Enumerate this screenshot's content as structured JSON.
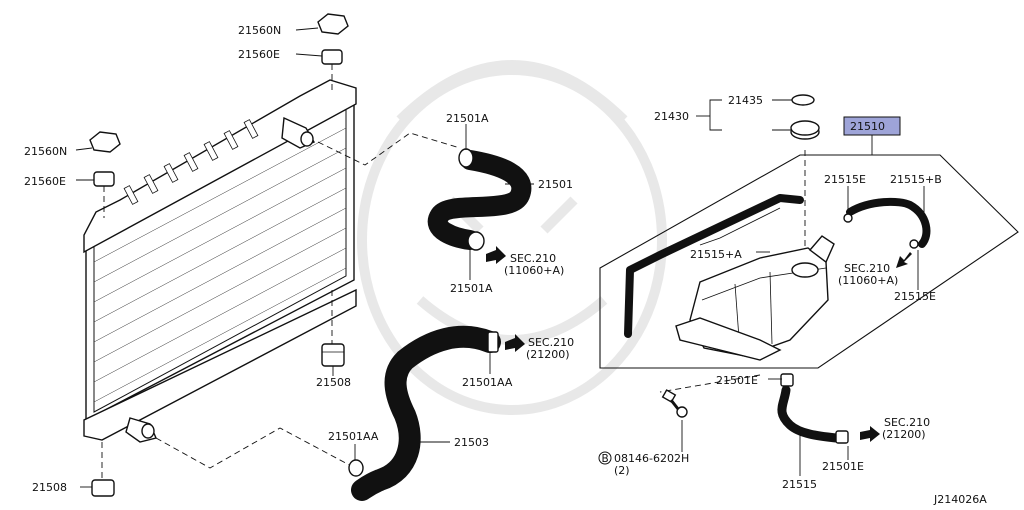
{
  "diagram": {
    "accent_color": "#9ea4d8",
    "part_labels": {
      "p21560N_top": "21560N",
      "p21560E_top": "21560E",
      "p21560N_left": "21560N",
      "p21560E_left": "21560E",
      "p21508_mid": "21508",
      "p21508_bottom": "21508",
      "p21501A_top": "21501A",
      "p21501": "21501",
      "p21501A_bot": "21501A",
      "p21501AA_mid": "21501AA",
      "p21501AA_low": "21501AA",
      "p21503": "21503",
      "p21435": "21435",
      "p21430": "21430",
      "p21510": "21510",
      "p21515E_top": "21515E",
      "p21515B": "21515+B",
      "p21515A": "21515+A",
      "p21515E_right": "21515E",
      "p21501E_left": "21501E",
      "p21501E_right": "21501E",
      "p21515": "21515",
      "bolt_code": "08146-6202H",
      "bolt_qty": "(2)",
      "bolt_symbol": "B"
    },
    "section_refs": {
      "ref1_title": "SEC.210",
      "ref1_sub": "(11060+A)",
      "ref2_title": "SEC.210",
      "ref2_sub": "(21200)",
      "ref3_title": "SEC.210",
      "ref3_sub": "(11060+A)",
      "ref4_title": "SEC.210",
      "ref4_sub": "(21200)"
    },
    "diagram_code": "J214026A"
  }
}
